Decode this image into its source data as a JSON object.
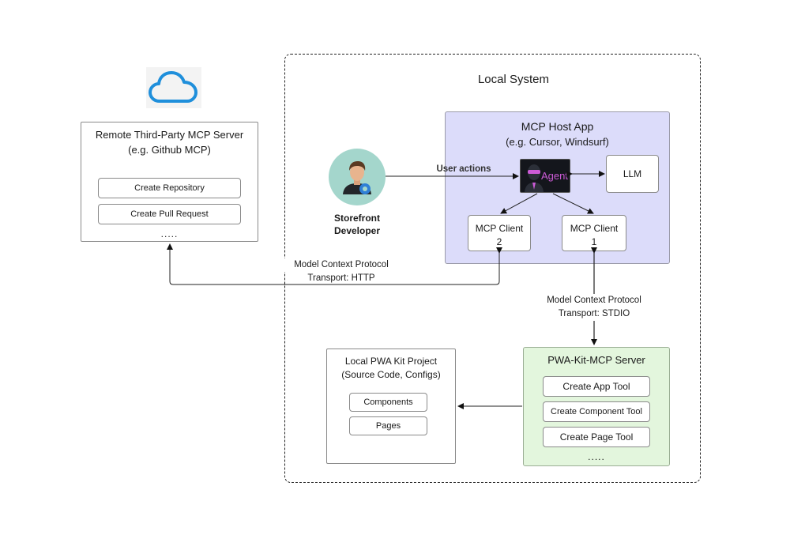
{
  "local_system": {
    "title": "Local System"
  },
  "remote_server": {
    "title_line1": "Remote Third-Party MCP Server",
    "title_line2": "(e.g. Github MCP)",
    "tools": [
      "Create Repository",
      "Create Pull Request"
    ],
    "ellipsis": "....."
  },
  "developer": {
    "label_line1": "Storefront",
    "label_line2": "Developer"
  },
  "host_app": {
    "title_line1": "MCP Host App",
    "title_line2": "(e.g. Cursor, Windsurf)",
    "agent_label": "Agent",
    "llm_label": "LLM",
    "client2_line1": "MCP Client",
    "client2_line2": "2",
    "client1_line1": "MCP Client",
    "client1_line2": "1"
  },
  "edges": {
    "user_actions": "User actions",
    "http_line1": "Model Context Protocol",
    "http_line2": "Transport: HTTP",
    "stdio_line1": "Model Context Protocol",
    "stdio_line2": "Transport: STDIO"
  },
  "pwa_project": {
    "title_line1": "Local PWA Kit Project",
    "title_line2": "(Source Code, Configs)",
    "items": [
      "Components",
      "Pages"
    ]
  },
  "pwa_server": {
    "title": "PWA-Kit-MCP Server",
    "tools": [
      "Create App Tool",
      "Create Component Tool",
      "Create Page Tool"
    ],
    "ellipsis": "....."
  },
  "colors": {
    "host_app_fill": "#dcdcfa",
    "pwa_server_fill": "#e3f6dd",
    "cloud_blue": "#1f8fdb",
    "agent_accent": "#cc5bd6",
    "developer_circle": "#a4d6cc"
  }
}
